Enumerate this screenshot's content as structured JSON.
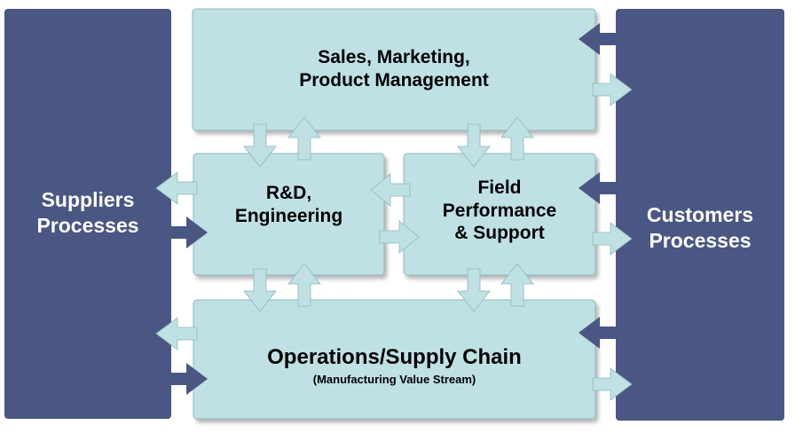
{
  "colors": {
    "side_panel": "#4a5783",
    "process_box": "#bfe1e4",
    "box_border": "#8fb8bf",
    "arrow_fill": "#bfe1e4",
    "dark_arrow_fill": "#4a5783"
  },
  "left_panel": {
    "line1": "Suppliers",
    "line2": "Processes"
  },
  "right_panel": {
    "line1": "Customers",
    "line2": "Processes"
  },
  "boxes": {
    "sales": {
      "line1": "Sales, Marketing,",
      "line2": "Product Management"
    },
    "rnd": {
      "line1": "R&D,",
      "line2": "Engineering"
    },
    "field": {
      "line1": "Field",
      "line2": "Performance",
      "line3": "& Support"
    },
    "ops": {
      "title": "Operations/Supply Chain",
      "subtitle": "(Manufacturing Value Stream)"
    }
  }
}
